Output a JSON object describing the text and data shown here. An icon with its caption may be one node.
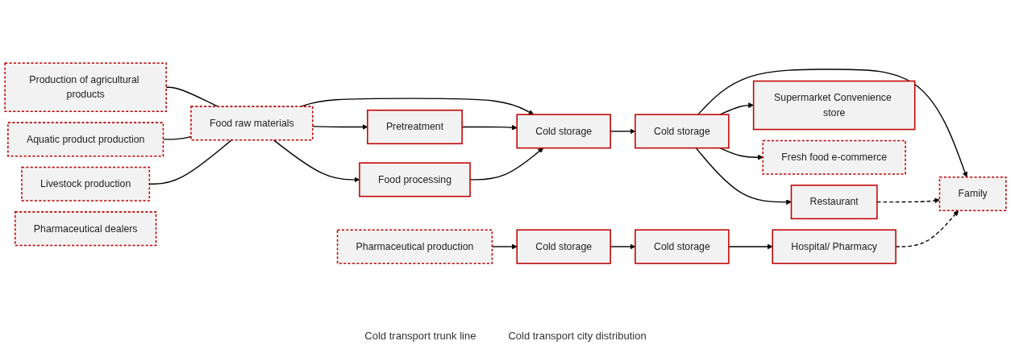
{
  "diagram": {
    "nodes": [
      {
        "text": [
          "Production of agricultural products"
        ]
      },
      {
        "text": [
          "Aquatic product production"
        ]
      },
      {
        "text": [
          "Livestock production"
        ]
      },
      {
        "text": [
          "Food raw materials"
        ]
      },
      {
        "text": [
          "Pretreatment"
        ]
      },
      {
        "text": [
          "Food processing"
        ]
      },
      {
        "text": [
          "Cold storage"
        ]
      },
      {
        "text": [
          "Cold storage"
        ]
      },
      {
        "text": [
          "Restaurant"
        ]
      },
      {
        "text": [
          "Supermarket Convenience store"
        ]
      },
      {
        "text": [
          "Fresh food e-commerce"
        ]
      },
      {
        "text": [
          "Family"
        ]
      },
      {
        "text": [
          "Pharmaceutical production"
        ]
      },
      {
        "text": [
          "Cold storage"
        ]
      },
      {
        "text": [
          "Cold storage"
        ]
      },
      {
        "text": [
          "Hospital/ Pharmacy"
        ]
      },
      {
        "text": [
          "Pharmaceutical dealers"
        ]
      }
    ],
    "edges": [
      {
        "from": 0,
        "to": 3,
        "arrow": "none"
      },
      {
        "from": 1,
        "to": 3,
        "arrow": "none"
      },
      {
        "from": 2,
        "to": 3,
        "arrow": "none"
      },
      {
        "from": 3,
        "to": 4,
        "arrow": "to"
      },
      {
        "from": 3,
        "to": 5,
        "arrow": "to"
      },
      {
        "from": 3,
        "to": 6,
        "arrow": "to"
      },
      {
        "from": 4,
        "to": 6,
        "arrow": "to"
      },
      {
        "from": 5,
        "to": 6,
        "arrow": "to"
      },
      {
        "from": 6,
        "to": 7,
        "arrow": "to"
      },
      {
        "from": 7,
        "to": 8,
        "arrow": "to"
      },
      {
        "from": 7,
        "to": 9,
        "arrow": "to"
      },
      {
        "from": 7,
        "to": 10,
        "arrow": "to"
      },
      {
        "from": 7,
        "to": 11,
        "arrow": "to"
      },
      {
        "from": 8,
        "to": 11,
        "arrow": "to",
        "style": "dashed"
      },
      {
        "from": 15,
        "to": 11,
        "arrow": "to",
        "style": "dashed"
      },
      {
        "from": 12,
        "to": 13,
        "arrow": "to"
      },
      {
        "from": 13,
        "to": 14,
        "arrow": "to"
      },
      {
        "from": 14,
        "to": 15,
        "arrow": "to"
      }
    ],
    "labels": [
      "Cold transport trunk line",
      "Cold transport city distribution"
    ]
  }
}
